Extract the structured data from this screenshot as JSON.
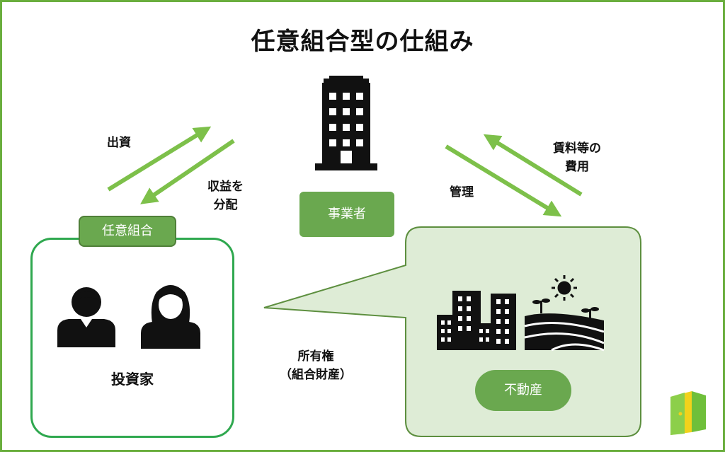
{
  "title": "任意組合型の仕組み",
  "labels": {
    "capital": "出資",
    "profit_line1": "収益を",
    "profit_line2": "分配",
    "management": "管理",
    "rent_line1": "賃料等の",
    "rent_line2": "費用",
    "ownership_line1": "所有権",
    "ownership_line2": "（組合財産）"
  },
  "nodes": {
    "union": "任意組合",
    "operator": "事業者",
    "real_estate": "不動産",
    "investors": "投資家"
  },
  "icons": {
    "operator": "office-building-icon",
    "investor_male": "man-icon",
    "investor_female": "woman-icon",
    "city": "city-buildings-icon",
    "farmland": "farmland-icon",
    "logo": "door-logo-icon"
  },
  "colors": {
    "accent": "#6aa84f",
    "arrow": "#7dc04a",
    "border": "#6aae3d",
    "box_border": "#2fa84f",
    "bubble_fill": "#deecd6",
    "bubble_stroke": "#5d8f3f",
    "icon": "#111111"
  }
}
